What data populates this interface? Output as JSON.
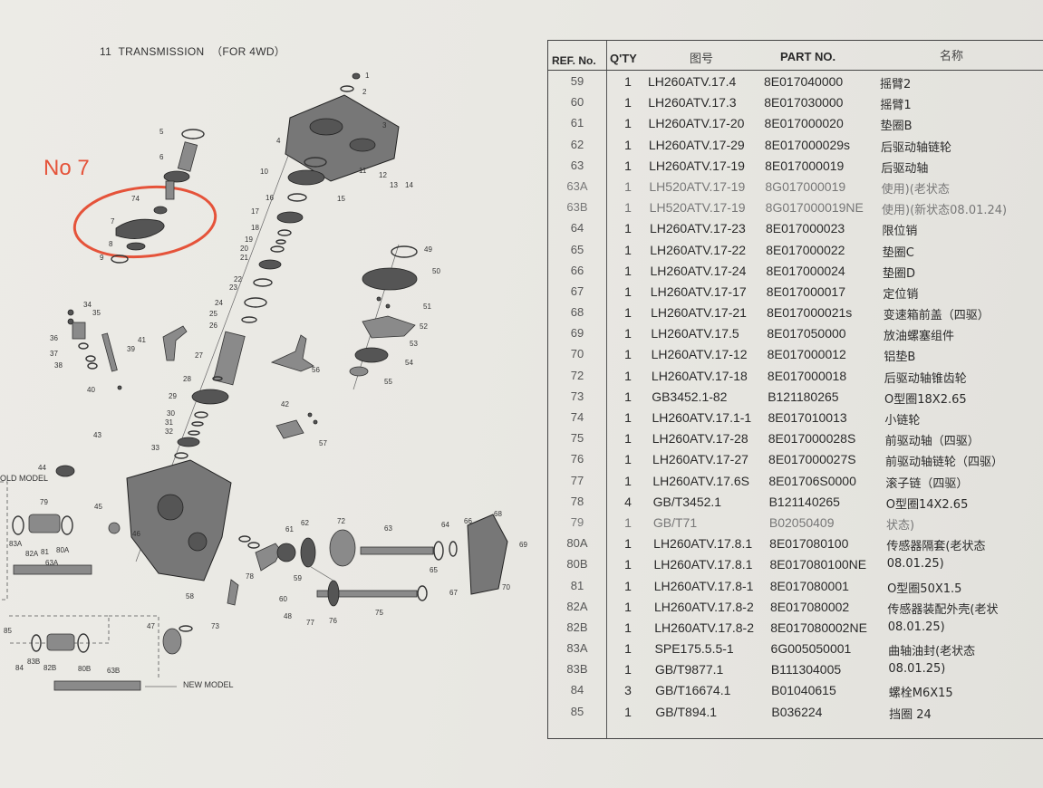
{
  "header": {
    "section_number": "11",
    "title": "TRANSMISSION",
    "subtitle": "（FOR 4WD）"
  },
  "annotation": {
    "label": "No 7",
    "color": "#e5533a"
  },
  "diagram": {
    "labels": {
      "old_model": "OLD MODEL",
      "new_model": "NEW MODEL"
    },
    "callouts": [
      "1",
      "2",
      "3",
      "4",
      "5",
      "6",
      "7",
      "8",
      "9",
      "10",
      "11",
      "12",
      "13",
      "14",
      "15",
      "16",
      "17",
      "18",
      "19",
      "20",
      "21",
      "22",
      "23",
      "24",
      "25",
      "26",
      "27",
      "28",
      "29",
      "30",
      "31",
      "32",
      "33",
      "34",
      "35",
      "36",
      "37",
      "38",
      "39",
      "40",
      "41",
      "42",
      "43",
      "44",
      "45",
      "46",
      "47",
      "48",
      "49",
      "50",
      "51",
      "52",
      "53",
      "54",
      "55",
      "56",
      "57",
      "58",
      "59",
      "60",
      "61",
      "62",
      "63",
      "64",
      "65",
      "66",
      "67",
      "68",
      "69",
      "70",
      "72",
      "73",
      "74",
      "75",
      "76",
      "77",
      "78",
      "79",
      "80A",
      "81",
      "82A",
      "83A",
      "84",
      "85",
      "82B",
      "83B",
      "80B",
      "63A",
      "63B"
    ]
  },
  "table": {
    "headers": {
      "ref": "REF. No.",
      "qty": "Q'TY",
      "code": "图号",
      "part": "PART NO.",
      "name": "名称"
    },
    "rows": [
      {
        "ref": "59",
        "qty": "1",
        "code": "LH260ATV.17.4",
        "part": "8E017040000",
        "name": "摇臂2",
        "faded": false
      },
      {
        "ref": "60",
        "qty": "1",
        "code": "LH260ATV.17.3",
        "part": "8E017030000",
        "name": "摇臂1",
        "faded": false
      },
      {
        "ref": "61",
        "qty": "1",
        "code": "LH260ATV.17-20",
        "part": "8E017000020",
        "name": "垫圈B",
        "faded": false
      },
      {
        "ref": "62",
        "qty": "1",
        "code": "LH260ATV.17-29",
        "part": "8E017000029s",
        "name": "后驱动轴链轮",
        "faded": false
      },
      {
        "ref": "63",
        "qty": "1",
        "code": "LH260ATV.17-19",
        "part": "8E017000019",
        "name": "后驱动轴",
        "faded": false
      },
      {
        "ref": "63A",
        "qty": "1",
        "code": "LH520ATV.17-19",
        "part": "8G017000019",
        "name": "使用)(老状态",
        "faded": true
      },
      {
        "ref": "63B",
        "qty": "1",
        "code": "LH520ATV.17-19",
        "part": "8G017000019NE",
        "name": "使用)(新状态08.01.24)",
        "faded": true
      },
      {
        "ref": "64",
        "qty": "1",
        "code": "LH260ATV.17-23",
        "part": "8E017000023",
        "name": "限位销",
        "faded": false
      },
      {
        "ref": "65",
        "qty": "1",
        "code": "LH260ATV.17-22",
        "part": "8E017000022",
        "name": "垫圈C",
        "faded": false
      },
      {
        "ref": "66",
        "qty": "1",
        "code": "LH260ATV.17-24",
        "part": "8E017000024",
        "name": "垫圈D",
        "faded": false
      },
      {
        "ref": "67",
        "qty": "1",
        "code": "LH260ATV.17-17",
        "part": "8E017000017",
        "name": "定位销",
        "faded": false
      },
      {
        "ref": "68",
        "qty": "1",
        "code": "LH260ATV.17-21",
        "part": "8E017000021s",
        "name": "变速箱前盖（四驱）",
        "faded": false
      },
      {
        "ref": "69",
        "qty": "1",
        "code": "LH260ATV.17.5",
        "part": "8E017050000",
        "name": "放油螺塞组件",
        "faded": false
      },
      {
        "ref": "70",
        "qty": "1",
        "code": "LH260ATV.17-12",
        "part": "8E017000012",
        "name": "铝垫B",
        "faded": false
      },
      {
        "ref": "72",
        "qty": "1",
        "code": "LH260ATV.17-18",
        "part": "8E017000018",
        "name": "后驱动轴锥齿轮",
        "faded": false
      },
      {
        "ref": "73",
        "qty": "1",
        "code": "GB3452.1-82",
        "part": "B121180265",
        "name": "O型圈18X2.65",
        "faded": false
      },
      {
        "ref": "74",
        "qty": "1",
        "code": "LH260ATV.17.1-1",
        "part": "8E017010013",
        "name": "小链轮",
        "faded": false
      },
      {
        "ref": "75",
        "qty": "1",
        "code": "LH260ATV.17-28",
        "part": "8E017000028S",
        "name": "前驱动轴（四驱）",
        "faded": false
      },
      {
        "ref": "76",
        "qty": "1",
        "code": "LH260ATV.17-27",
        "part": "8E017000027S",
        "name": "前驱动轴链轮（四驱）",
        "faded": false
      },
      {
        "ref": "77",
        "qty": "1",
        "code": "LH260ATV.17.6S",
        "part": "8E01706S0000",
        "name": "滚子链（四驱）",
        "faded": false
      },
      {
        "ref": "78",
        "qty": "4",
        "code": "GB/T3452.1",
        "part": "B121140265",
        "name": "O型圈14X2.65",
        "faded": false
      },
      {
        "ref": "79",
        "qty": "1",
        "code": "GB/T71",
        "part": "B02050409",
        "name": "状态)",
        "faded": true
      },
      {
        "ref": "80A",
        "qty": "1",
        "code": "LH260ATV.17.8.1",
        "part": "8E017080100",
        "name": "传感器隔套(老状态",
        "faded": false
      },
      {
        "ref": "80B",
        "qty": "1",
        "code": "LH260ATV.17.8.1",
        "part": "8E017080100NE",
        "name": "08.01.25)",
        "faded": false
      },
      {
        "ref": "81",
        "qty": "1",
        "code": "LH260ATV.17.8-1",
        "part": "8E017080001",
        "name": "O型圈50X1.5",
        "faded": false
      },
      {
        "ref": "82A",
        "qty": "1",
        "code": "LH260ATV.17.8-2",
        "part": "8E017080002",
        "name": "传感器装配外壳(老状",
        "faded": false
      },
      {
        "ref": "82B",
        "qty": "1",
        "code": "LH260ATV.17.8-2",
        "part": "8E017080002NE",
        "name": "08.01.25)",
        "faded": false
      },
      {
        "ref": "83A",
        "qty": "1",
        "code": "SPE175.5.5-1",
        "part": "6G005050001",
        "name": "曲轴油封(老状态",
        "faded": false
      },
      {
        "ref": "83B",
        "qty": "1",
        "code": "GB/T9877.1",
        "part": "B111304005",
        "name": "08.01.25)",
        "faded": false
      },
      {
        "ref": "84",
        "qty": "3",
        "code": "GB/T16674.1",
        "part": "B01040615",
        "name": "螺栓M6X15",
        "faded": false
      },
      {
        "ref": "85",
        "qty": "1",
        "code": "GB/T894.1",
        "part": "B036224",
        "name": "挡圈 24",
        "faded": false
      }
    ]
  }
}
